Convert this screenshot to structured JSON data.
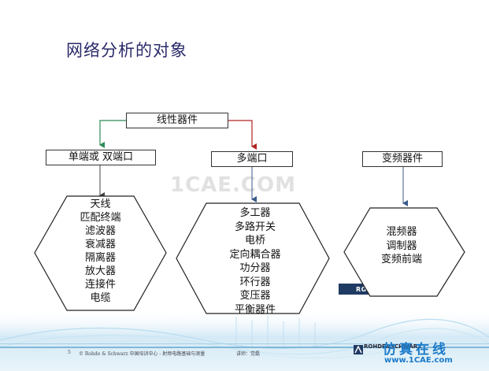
{
  "slide": {
    "title": "网络分析的对象"
  },
  "diagram": {
    "root": "线性器件",
    "branches": [
      {
        "label": "单端或 双端口",
        "items": [
          "天线",
          "匹配终端",
          "滤波器",
          "衰减器",
          "隔离器",
          "放大器",
          "连接件",
          "电缆"
        ]
      },
      {
        "label": "多端口",
        "items": [
          "多工器",
          "多路开关",
          "电桥",
          "定向耦合器",
          "功分器",
          "环行器",
          "变压器",
          "平衡器件"
        ]
      },
      {
        "label": "变频器件",
        "items": [
          "混频器",
          "调制器",
          "变频前端"
        ]
      }
    ]
  },
  "footer": {
    "page_number": "5",
    "left_text": "© Rohde & Schwarz 中国培训中心 - 射频电路基础与测量",
    "mid_text": "讲师：党磊",
    "brand": "ROHDE&SCHWARZ",
    "brand_bottom": "ROHDE&SCHWARZ"
  },
  "watermark": {
    "center": "1CAE.COM",
    "site_cn": "仿真在线",
    "site_url": "www.1CAE.com"
  },
  "colors": {
    "title": "#2a2a6a",
    "arrow_left": "#2e8b57",
    "arrow_mid": "#b22222",
    "arrow_right": "#3a5a8a",
    "band": "#d8ecf6"
  }
}
